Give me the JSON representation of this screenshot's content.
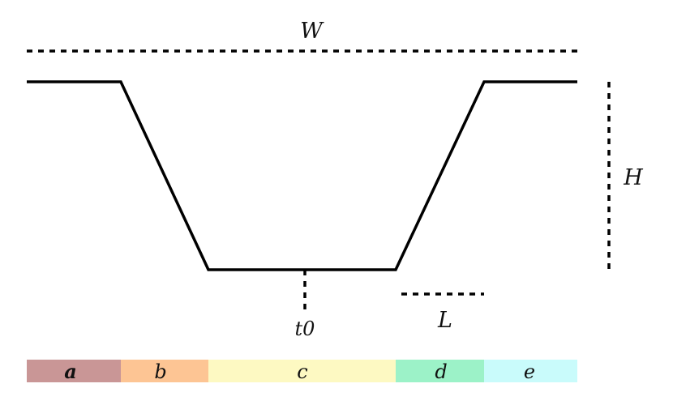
{
  "labels": {
    "width": "W",
    "height": "H",
    "center_time": "t0",
    "length": "L"
  },
  "segments": [
    {
      "label": "a",
      "color": "#c99696"
    },
    {
      "label": "b",
      "color": "#fdc594"
    },
    {
      "label": "c",
      "color": "#fdf9c2"
    },
    {
      "label": "d",
      "color": "#9cf2c8"
    },
    {
      "label": "e",
      "color": "#c9fbfb"
    }
  ],
  "colors": {
    "stroke": "#000000",
    "text": "#111111"
  }
}
